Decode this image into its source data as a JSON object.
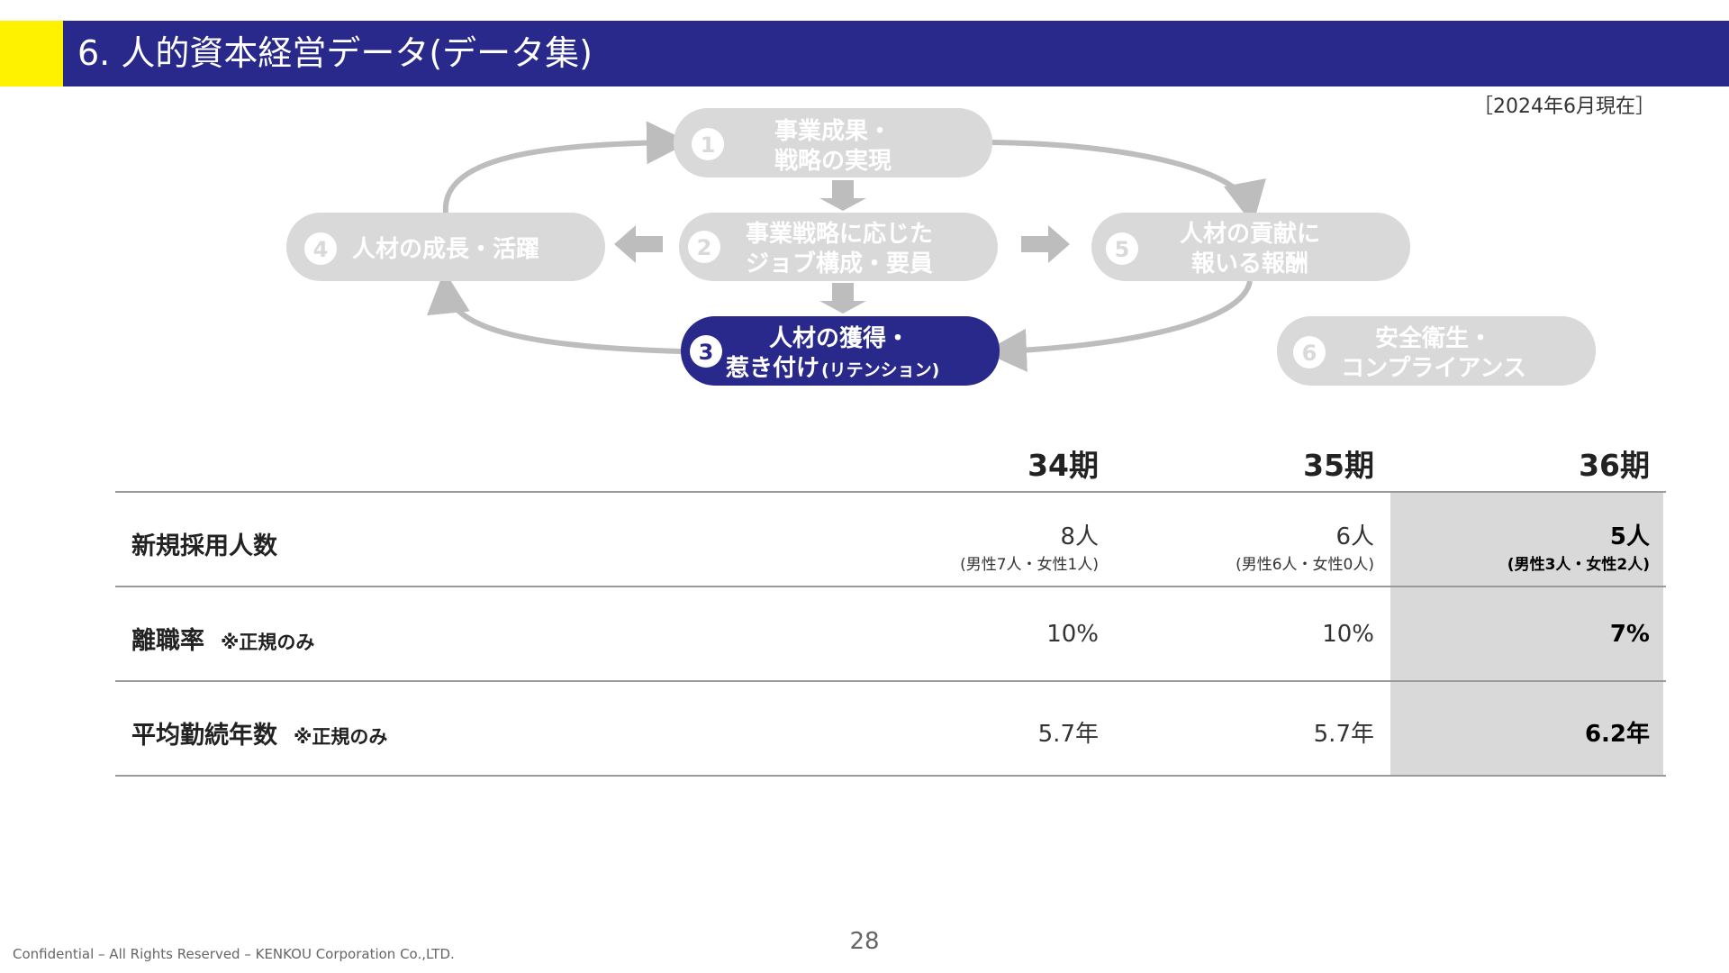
{
  "header": {
    "title": "6. 人的資本経営データ(データ集)",
    "as_of": "［2024年6月現在］"
  },
  "cycle": {
    "nodes": [
      {
        "num": "1",
        "lines": [
          "事業成果・",
          "戦略の実現"
        ],
        "active": false
      },
      {
        "num": "2",
        "lines": [
          "事業戦略に応じた",
          "ジョブ構成・要員"
        ],
        "active": false
      },
      {
        "num": "3",
        "lines": [
          "人材の獲得・",
          "惹き付け"
        ],
        "suffix": "(リテンション)",
        "active": true
      },
      {
        "num": "4",
        "lines": [
          "人材の成長・活躍"
        ],
        "active": false
      },
      {
        "num": "5",
        "lines": [
          "人材の貢献に",
          "報いる報酬"
        ],
        "active": false
      },
      {
        "num": "6",
        "lines": [
          "安全衛生・",
          "コンプライアンス"
        ],
        "active": false
      }
    ],
    "colors": {
      "inactive": "#d9d9d9",
      "active": "#29288b",
      "arrow": "#bdbdbd"
    }
  },
  "table": {
    "columns": [
      "34期",
      "35期",
      "36期"
    ],
    "rows": [
      {
        "label": "新規採用人数",
        "note": "",
        "values": [
          {
            "main": "8人",
            "sub": "(男性7人・女性1人)"
          },
          {
            "main": "6人",
            "sub": "(男性6人・女性0人)"
          },
          {
            "main": "5人",
            "sub": "(男性3人・女性2人)"
          }
        ]
      },
      {
        "label": "離職率",
        "note": "※正規のみ",
        "values": [
          {
            "main": "10%"
          },
          {
            "main": "10%"
          },
          {
            "main": "7%"
          }
        ]
      },
      {
        "label": "平均勤続年数",
        "note": "※正規のみ",
        "values": [
          {
            "main": "5.7年"
          },
          {
            "main": "5.7年"
          },
          {
            "main": "6.2年"
          }
        ]
      }
    ],
    "highlight_color": "#d9d9d9"
  },
  "footer": {
    "text": "Confidential – All Rights Reserved – KENKOU Corporation Co.,LTD.",
    "page": "28"
  }
}
